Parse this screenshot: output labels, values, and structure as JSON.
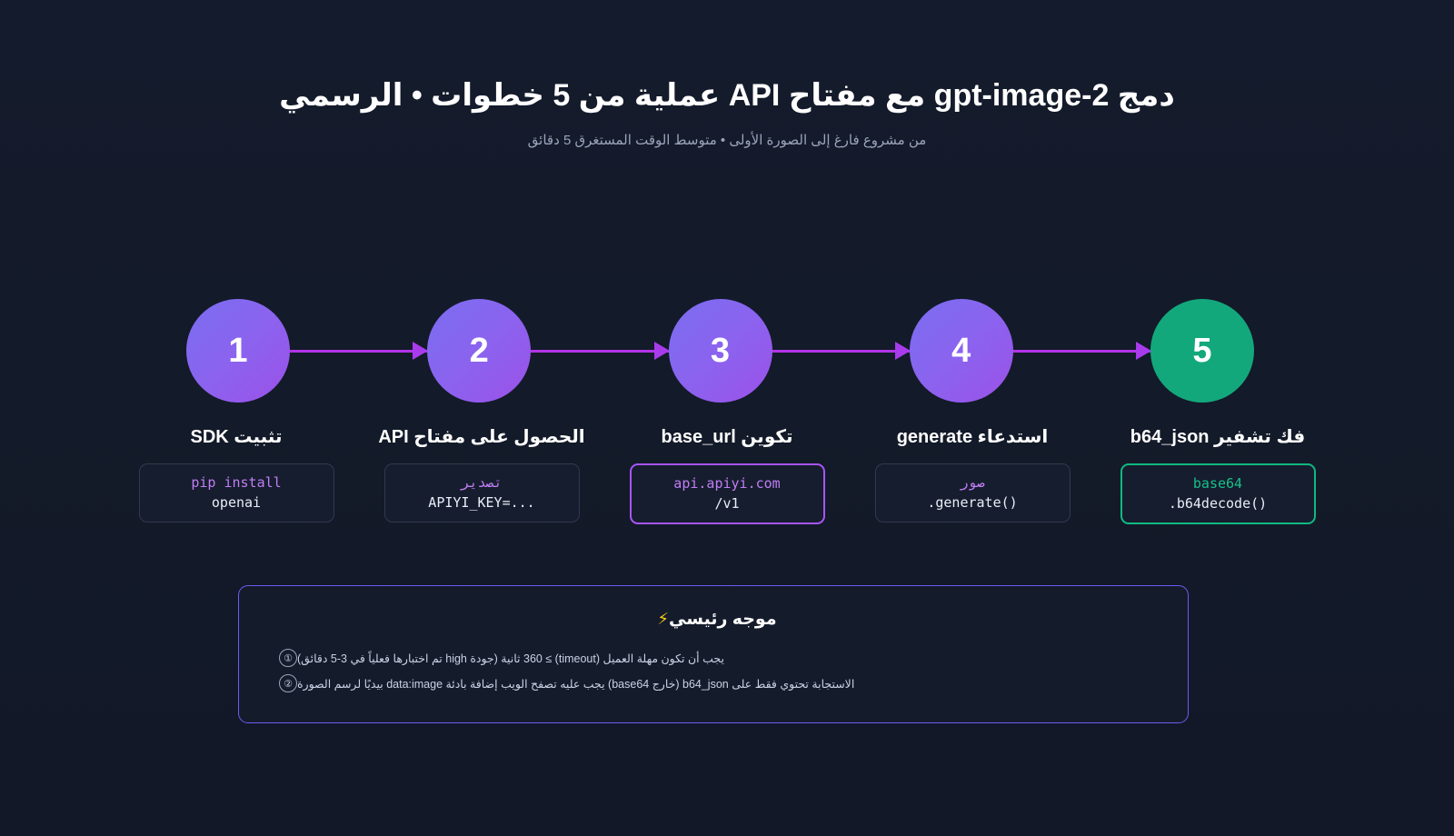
{
  "header": {
    "title": "دمج gpt-image-2 مع مفتاح API عملية من 5 خطوات • الرسمي",
    "subtitle": "من مشروع فارغ إلى الصورة الأولى • متوسط الوقت المستغرق 5 دقائق"
  },
  "colors": {
    "background": "#131a2a",
    "circle_purple_from": "#7a6ef0",
    "circle_purple_to": "#9b51e8",
    "circle_green": "#13a87c",
    "connector": "#b234e8",
    "accent_purple": "#a855f7",
    "accent_green": "#10b981",
    "panel_border": "#6f5bf0",
    "code_purple_text": "#c07ef5",
    "code_green_text": "#16c08a",
    "bolt_yellow": "#facc15"
  },
  "steps": [
    {
      "number": "1",
      "label": "تثبيت SDK",
      "code_line_1": "pip install",
      "code_line_2": "openai",
      "highlight": "none",
      "circle_style": "purple"
    },
    {
      "number": "2",
      "label": "الحصول على مفتاح API",
      "code_line_1": "تصدير",
      "code_line_2": "APIYI_KEY=...",
      "highlight": "none",
      "circle_style": "purple"
    },
    {
      "number": "3",
      "label": "تكوين base_url",
      "code_line_1": "api.apiyi.com",
      "code_line_2": "/v1",
      "highlight": "purple",
      "circle_style": "purple"
    },
    {
      "number": "4",
      "label": "استدعاء generate",
      "code_line_1": "صور",
      "code_line_2": ".generate()",
      "highlight": "none",
      "circle_style": "purple"
    },
    {
      "number": "5",
      "label": "فك تشفير b64_json",
      "code_line_1": "base64",
      "code_line_2": ".b64decode()",
      "highlight": "green",
      "circle_style": "green"
    }
  ],
  "tips": {
    "icon": "lightning-bolt-icon",
    "bolt_glyph": "⚡",
    "title": "موجه رئيسي",
    "items": [
      {
        "num": "①",
        "text": "يجب أن تكون مهلة العميل (timeout) ≥ 360 ثانية (جودة high تم اختبارها فعلياً في 3-5 دقائق)"
      },
      {
        "num": "②",
        "text": "الاستجابة تحتوي فقط على b64_json (خارج base64) يجب عليه تصفح الويب إضافة بادئة data:image بيديًا لرسم الصورة"
      }
    ]
  }
}
